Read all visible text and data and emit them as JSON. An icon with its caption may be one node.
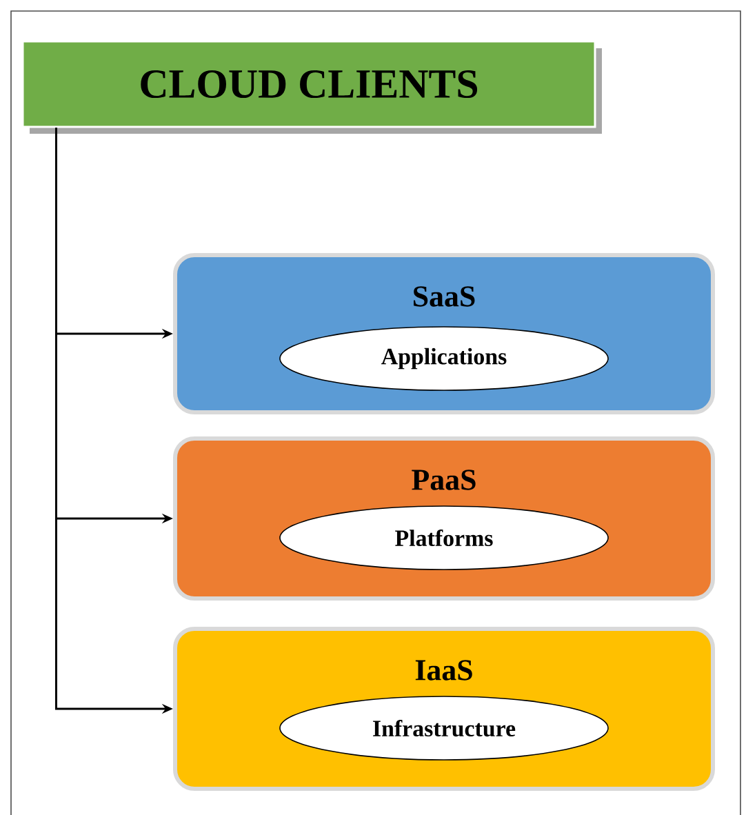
{
  "diagram": {
    "nodes": [
      {
        "text": [
          "CLOUD CLIENTS"
        ]
      },
      {
        "text": [
          "SaaS"
        ]
      },
      {
        "text": [
          "Applications"
        ],
        "in": 1
      },
      {
        "text": [
          "PaaS"
        ]
      },
      {
        "text": [
          "Platforms"
        ],
        "in": 3
      },
      {
        "text": [
          "IaaS"
        ]
      },
      {
        "text": [
          "Infrastructure"
        ],
        "in": 5
      }
    ],
    "edges": [
      {
        "from": 0,
        "to": 1,
        "arrow": "to"
      },
      {
        "from": 0,
        "to": 3,
        "arrow": "to"
      },
      {
        "from": 0,
        "to": 5,
        "arrow": "to"
      }
    ]
  }
}
